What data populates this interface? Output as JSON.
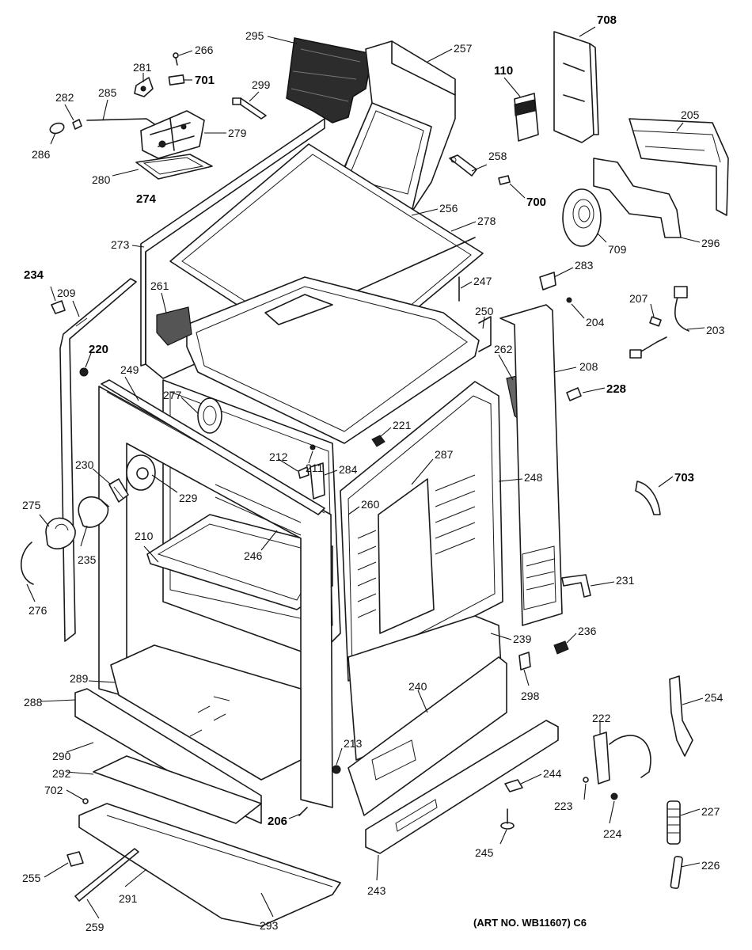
{
  "diagram": {
    "caption": "(ART NO. WB11607) C6",
    "callouts": [
      {
        "id": "295",
        "bold": false
      },
      {
        "id": "266",
        "bold": false
      },
      {
        "id": "281",
        "bold": false
      },
      {
        "id": "701",
        "bold": true
      },
      {
        "id": "299",
        "bold": false
      },
      {
        "id": "257",
        "bold": false
      },
      {
        "id": "110",
        "bold": true
      },
      {
        "id": "708",
        "bold": true
      },
      {
        "id": "282",
        "bold": false
      },
      {
        "id": "285",
        "bold": false
      },
      {
        "id": "286",
        "bold": false
      },
      {
        "id": "279",
        "bold": false
      },
      {
        "id": "280",
        "bold": false
      },
      {
        "id": "274",
        "bold": true
      },
      {
        "id": "205",
        "bold": false
      },
      {
        "id": "258",
        "bold": false
      },
      {
        "id": "700",
        "bold": true
      },
      {
        "id": "256",
        "bold": false
      },
      {
        "id": "278",
        "bold": false
      },
      {
        "id": "709",
        "bold": false
      },
      {
        "id": "296",
        "bold": false
      },
      {
        "id": "273",
        "bold": false
      },
      {
        "id": "234",
        "bold": true
      },
      {
        "id": "209",
        "bold": false
      },
      {
        "id": "261",
        "bold": false
      },
      {
        "id": "247",
        "bold": false
      },
      {
        "id": "283",
        "bold": false
      },
      {
        "id": "207",
        "bold": false
      },
      {
        "id": "250",
        "bold": false
      },
      {
        "id": "204",
        "bold": false
      },
      {
        "id": "203",
        "bold": false
      },
      {
        "id": "220",
        "bold": true
      },
      {
        "id": "262",
        "bold": false
      },
      {
        "id": "208",
        "bold": false
      },
      {
        "id": "249",
        "bold": false
      },
      {
        "id": "277",
        "bold": false
      },
      {
        "id": "228",
        "bold": true
      },
      {
        "id": "221",
        "bold": false
      },
      {
        "id": "212",
        "bold": false
      },
      {
        "id": "211",
        "bold": false
      },
      {
        "id": "287",
        "bold": false
      },
      {
        "id": "284",
        "bold": false
      },
      {
        "id": "230",
        "bold": false
      },
      {
        "id": "248",
        "bold": false
      },
      {
        "id": "703",
        "bold": true
      },
      {
        "id": "229",
        "bold": false
      },
      {
        "id": "260",
        "bold": false
      },
      {
        "id": "275",
        "bold": false
      },
      {
        "id": "246",
        "bold": false
      },
      {
        "id": "210",
        "bold": false
      },
      {
        "id": "235",
        "bold": false
      },
      {
        "id": "231",
        "bold": false
      },
      {
        "id": "276",
        "bold": false
      },
      {
        "id": "239",
        "bold": false
      },
      {
        "id": "236",
        "bold": false
      },
      {
        "id": "289",
        "bold": false
      },
      {
        "id": "240",
        "bold": false
      },
      {
        "id": "298",
        "bold": false
      },
      {
        "id": "254",
        "bold": false
      },
      {
        "id": "288",
        "bold": false
      },
      {
        "id": "222",
        "bold": false
      },
      {
        "id": "290",
        "bold": false
      },
      {
        "id": "213",
        "bold": false
      },
      {
        "id": "244",
        "bold": false
      },
      {
        "id": "292",
        "bold": false
      },
      {
        "id": "702",
        "bold": false
      },
      {
        "id": "223",
        "bold": false
      },
      {
        "id": "227",
        "bold": false
      },
      {
        "id": "206",
        "bold": true
      },
      {
        "id": "224",
        "bold": false
      },
      {
        "id": "245",
        "bold": false
      },
      {
        "id": "255",
        "bold": false
      },
      {
        "id": "291",
        "bold": false
      },
      {
        "id": "226",
        "bold": false
      },
      {
        "id": "243",
        "bold": false
      },
      {
        "id": "259",
        "bold": false
      },
      {
        "id": "293",
        "bold": false
      }
    ]
  }
}
